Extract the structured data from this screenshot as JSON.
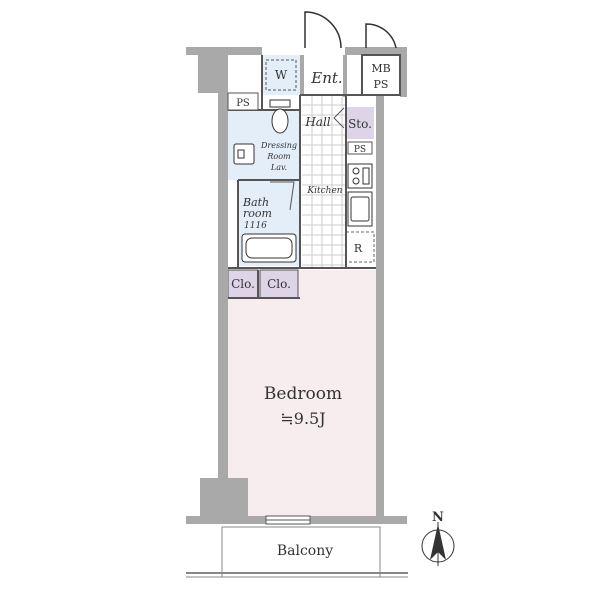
{
  "colors": {
    "wall": "#a9a9a9",
    "bedroom_fill": "#f7ecee",
    "wet_area_fill": "#e4eef8",
    "closet_fill": "#ddd4e8",
    "storage_fill": "#ddd4e8",
    "tile_grid": "#cccccc",
    "line": "#333333",
    "balcony_fill": "#ffffff"
  },
  "labels": {
    "entrance": "Ent.",
    "washer": "W",
    "meter_box": "MB",
    "pipe_space_mb": "PS",
    "pipe_space_left": "PS",
    "pipe_space_kitchen": "PS",
    "hall": "Hall",
    "storage": "Sto.",
    "dressing_line1": "Dressing",
    "dressing_line2": "Room",
    "dressing_line3": "Lav.",
    "kitchen": "Kitchen",
    "bath_line1": "Bath",
    "bath_line2": "room",
    "bath_size": "1116",
    "refrigerator": "R",
    "closet_left": "Clo.",
    "closet_right": "Clo.",
    "bedroom": "Bedroom",
    "bedroom_area": "≒9.5J",
    "balcony": "Balcony",
    "compass_north": "N"
  },
  "icons": [
    "compass-rose-icon",
    "door-swing-icon",
    "toilet-icon",
    "sink-icon",
    "stove-icon",
    "bathtub-icon"
  ]
}
